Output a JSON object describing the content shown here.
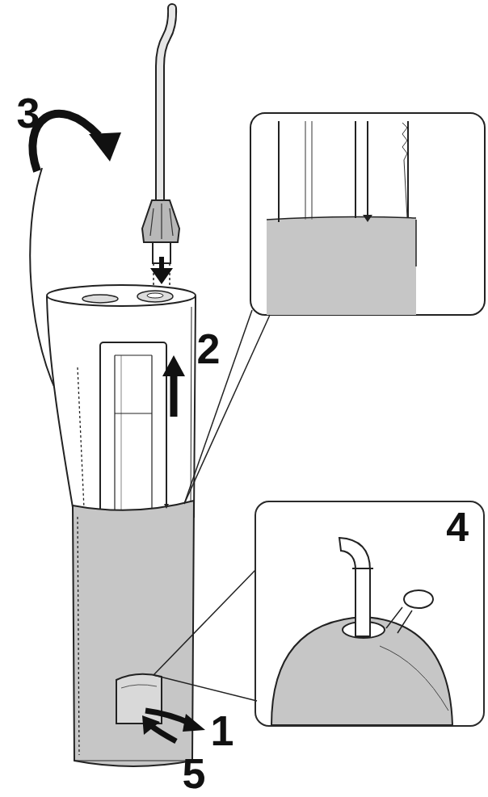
{
  "diagram": {
    "nodes": [
      {
        "text": [
          "4"
        ]
      }
    ],
    "labels": [
      "3",
      "2",
      "1",
      "5"
    ]
  }
}
